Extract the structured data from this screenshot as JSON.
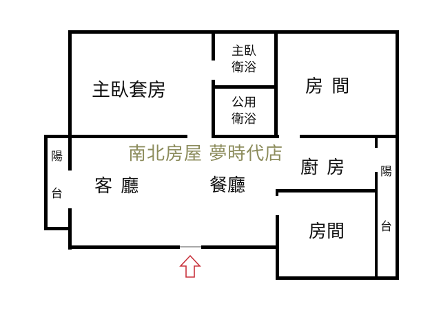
{
  "floor_plan": {
    "watermark": "南北房屋  夢時代店",
    "rooms": {
      "master_suite": "主臥套房",
      "master_bath_line1": "主臥",
      "master_bath_line2": "衛浴",
      "public_bath_line1": "公用",
      "public_bath_line2": "衛浴",
      "bedroom_top_right": "房 間",
      "living_room": "客 廳",
      "dining_room": "餐廳",
      "kitchen": "廚 房",
      "bedroom_bottom_right": "房間",
      "balcony_left_char1": "陽",
      "balcony_left_char2": "台",
      "balcony_right_char1": "陽",
      "balcony_right_char2": "台"
    },
    "entrance_icon": "up-arrow-icon",
    "colors": {
      "wall": "#000000",
      "watermark": "#8c8c5c",
      "entrance_arrow": "#c8323c"
    }
  }
}
